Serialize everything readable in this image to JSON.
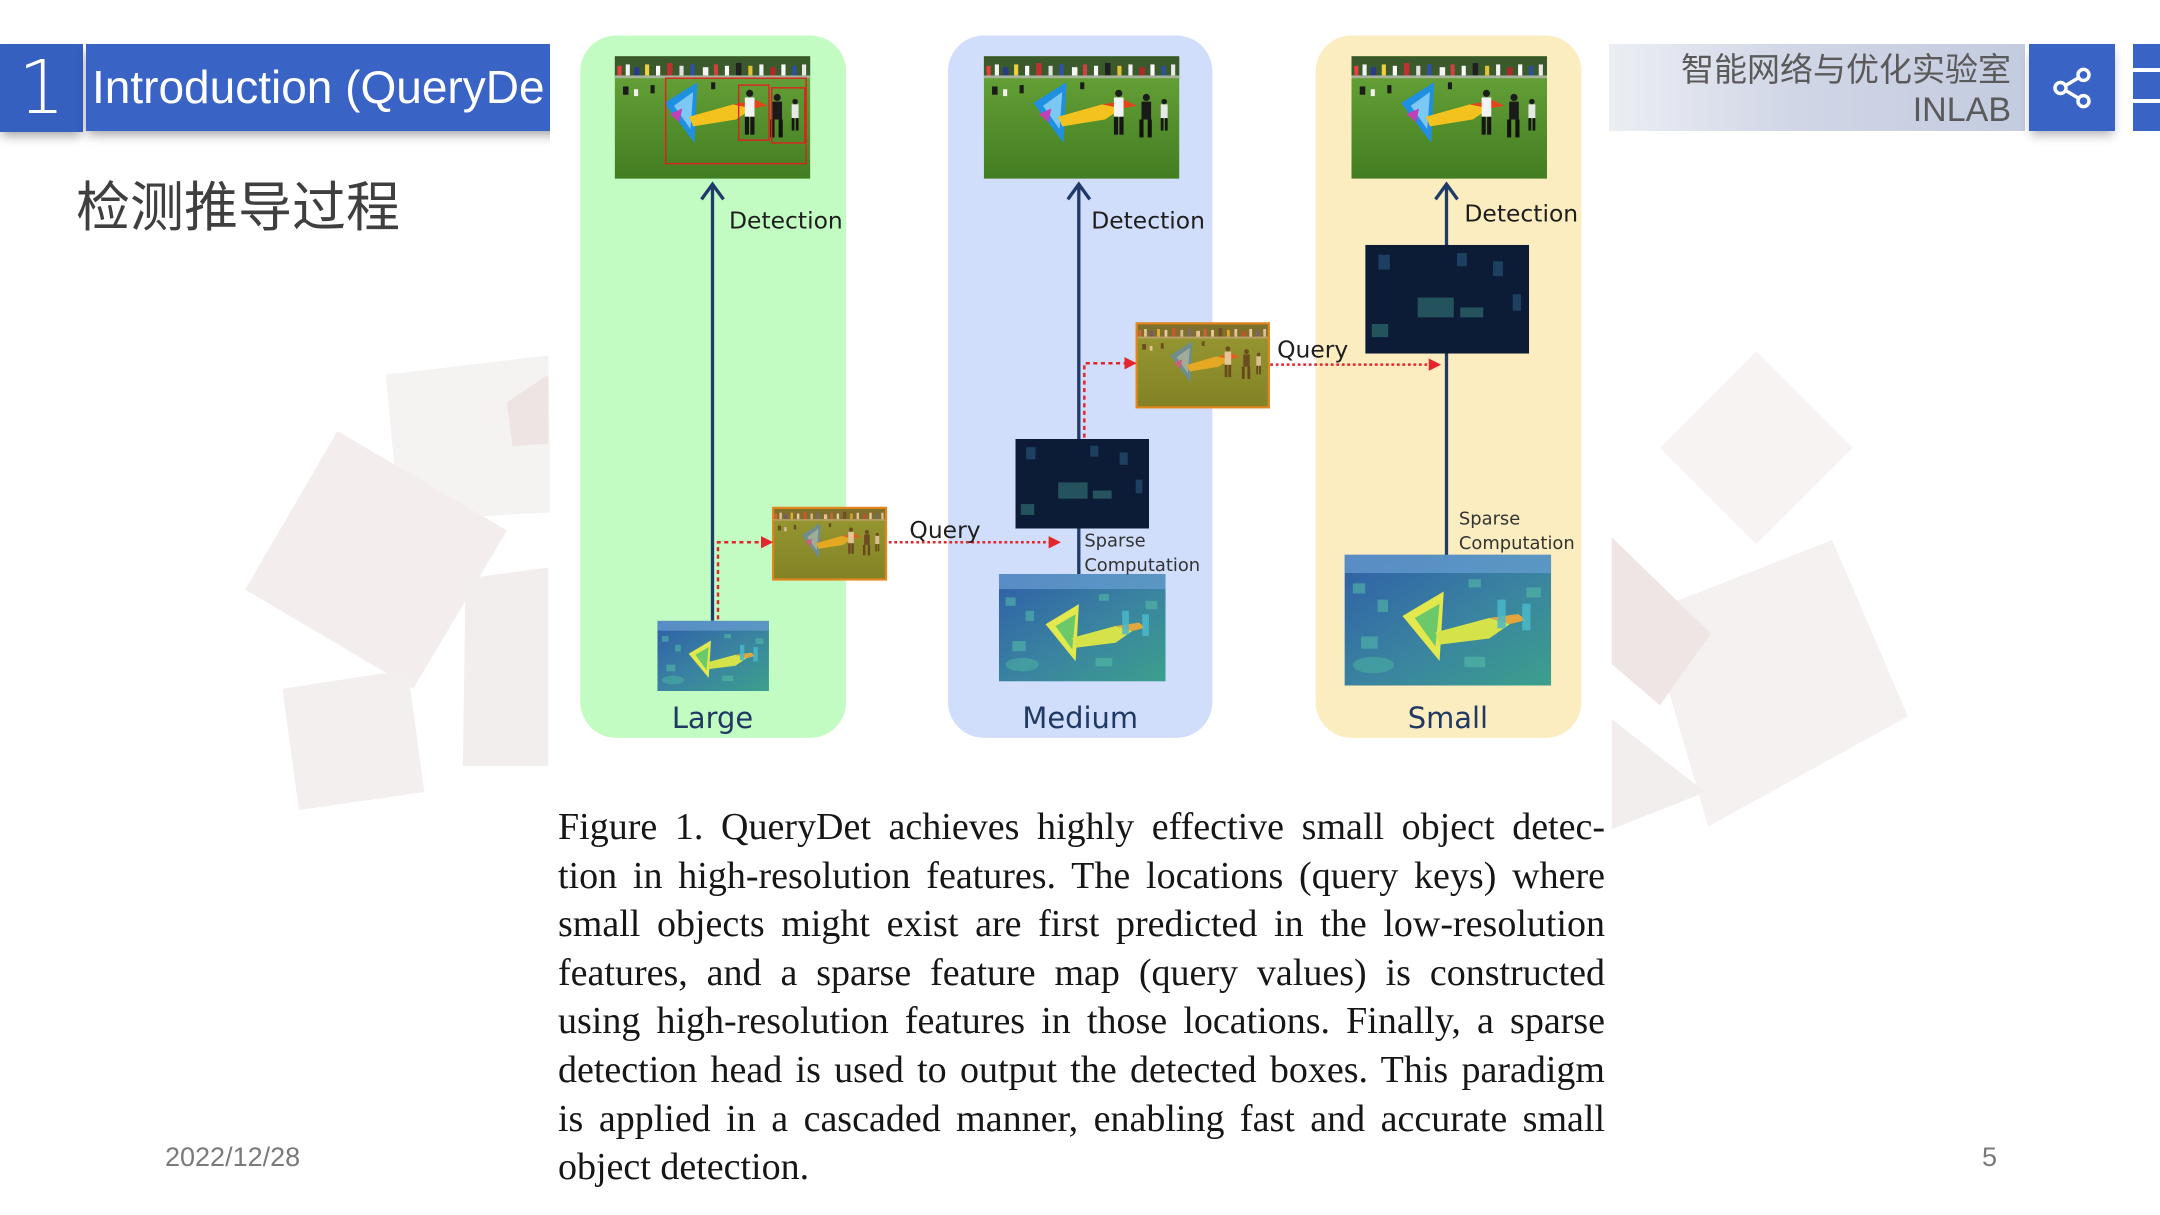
{
  "header": {
    "section_number": "1",
    "title": "Introduction (QueryDe",
    "lab_name_cn": "智能网络与优化实验室",
    "lab_name_en": "INLAB",
    "icons": {
      "share": "share-icon",
      "menu": "menu-icon"
    }
  },
  "subtitle": "检测推导过程",
  "figure": {
    "panels": [
      {
        "label": "Large"
      },
      {
        "label": "Medium"
      },
      {
        "label": "Small"
      }
    ],
    "detection_label": "Detection",
    "query_label": "Query",
    "sparse_computation_label": [
      "Sparse",
      "Computation"
    ],
    "caption_lines": [
      "Figure 1.  QueryDet achieves highly effective small object detec-",
      "tion in high-resolution features. The locations (query keys) where",
      "small objects might exist are first predicted in the low-resolution",
      "features, and a sparse feature map (query values) is constructed",
      "using high-resolution features in those locations. Finally, a sparse",
      "detection head is used to output the detected boxes. This paradigm",
      "is applied in a cascaded manner, enabling fast and accurate small",
      "object detection."
    ]
  },
  "footer": {
    "date": "2022/12/28",
    "page_number": "5"
  },
  "colors": {
    "accent_blue": "#3a63c6",
    "panel_large": "#c3fcc3",
    "panel_medium": "#d0defb",
    "panel_small": "#fbedc0",
    "query_arrow": "#e3262b",
    "detection_arrow": "#1f3a6b",
    "query_map_border": "#e0861d"
  }
}
